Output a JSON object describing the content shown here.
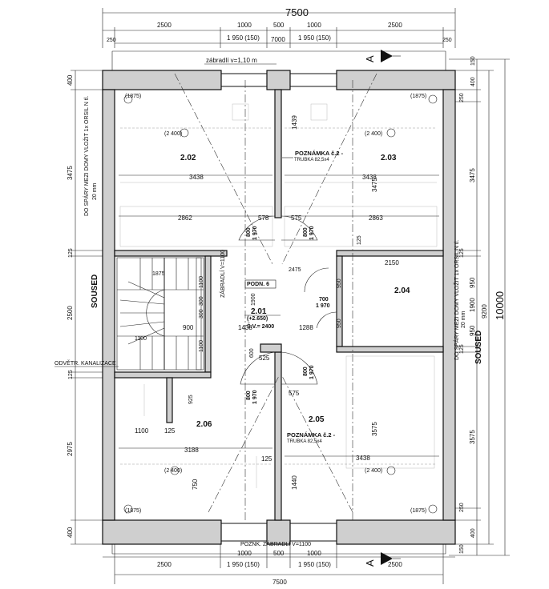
{
  "dims": {
    "total_top": "7500",
    "total_bottom": "7500",
    "top_row": [
      "250",
      "2500",
      "1000",
      "500",
      "1000",
      "2500",
      "250"
    ],
    "top_window_left": "1 950 (150)",
    "top_window_right": "1 950 (150)",
    "top_inner": "7000",
    "bottom_window_left": "1 950 (150)",
    "bottom_window_right": "1 950 (150)",
    "bottom_row": [
      "2500",
      "1000",
      "500",
      "1000",
      "2500"
    ],
    "total_right": "10000",
    "right_inner": "9200",
    "right_chain": [
      "150",
      "400",
      "250",
      "3475",
      "125",
      "950",
      "1900",
      "950",
      "125",
      "3575",
      "250",
      "400",
      "150"
    ],
    "left_chain": [
      "400",
      "3475",
      "125",
      "2500",
      "125",
      "2975",
      "400"
    ],
    "interior": {
      "d3438_top": "3438",
      "d3438_top_r": "3438",
      "d2862": "2862",
      "d2863": "2863",
      "d578": "578",
      "d575a": "575",
      "d1439": "1439",
      "d3475": "3475",
      "d1875": "1875",
      "d2475": "2475",
      "d1900": "1900",
      "d2150": "2150",
      "d125a": "125",
      "d900": "900",
      "d300a": "300",
      "d1438": "1438",
      "d1288": "1288",
      "d1100a": "1100",
      "d1100b": "1100",
      "d600": "600",
      "d525": "525",
      "d575b": "575",
      "d925": "925",
      "d1100c": "1100",
      "d125b": "125",
      "d3188": "3188",
      "d3438_bot": "3438",
      "d3575": "3575",
      "d1440": "1440",
      "d750": "750",
      "d125c": "125",
      "d950a": "950",
      "d950b": "950",
      "d300b": "300",
      "d1100d": "1100"
    },
    "door_800": "800",
    "door_1970": "1 970",
    "door_700": "700",
    "door_1970b": "1 970"
  },
  "labels": {
    "railing_top": "zábradlí v=1,10 m",
    "railing_bottom": "POZNK. ZÁBRADLÍ V=1100",
    "railing_stair": "ZÁBRADLÍ V=1100",
    "sill_1875": "(1875)",
    "sill_2400": "(2 400)",
    "landing": "PODN. 6",
    "level_a": "(+2.650)",
    "level_b": "Š.V.= 2400",
    "section_a": "A",
    "sewer": "ODVĚTR. KANALIZACE",
    "neighbor": "SOUSED",
    "joint_note": "DO SPÁRY MEZI DOMY VLOŽIT 1x ORSIL N tl.",
    "joint_mm": "20 mm"
  },
  "rooms": [
    {
      "id": "2.02"
    },
    {
      "id": "2.03"
    },
    {
      "id": "2.04"
    },
    {
      "id": "2.01"
    },
    {
      "id": "2.05"
    },
    {
      "id": "2.06"
    }
  ],
  "notes": [
    {
      "title": "POZNÁMKA č.2 -",
      "sub": "TRUBKA 82,5x4"
    },
    {
      "title": "POZNÁMKA č.2 -",
      "sub": "TRUBKA 82,5x4"
    }
  ]
}
